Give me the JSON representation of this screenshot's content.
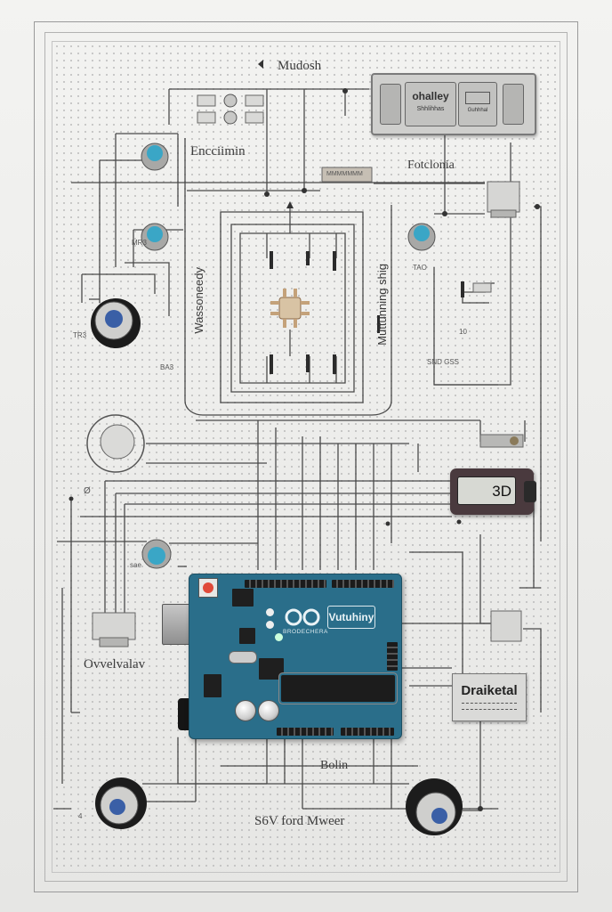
{
  "labels": {
    "top_title": "Mudosh",
    "left_mid_title": "Encciimin",
    "right_mid_title": "Fotclonia",
    "left_vertical": "Wassoneedy",
    "right_vertical": "Muttunning shig",
    "bottom_left_label": "Ovvelvalav",
    "bottom_center_label": "Bolin",
    "bottom_caption": "S6V ford Mweer",
    "lcd_display": "3D",
    "display_module": "Draiketal",
    "panel_center_title": "ohalley",
    "panel_center_sub": "Shhlihhas",
    "panel_right_sub": "Guhhhal",
    "board_brand": "Vutuhiny",
    "board_sub": "BRODECHERA",
    "small_left_1": "TR3",
    "small_left_2": "BA3",
    "small_left_3": "MR3",
    "small_right_1": "TAO",
    "small_right_2": "SND GSS",
    "small_right_3": "10",
    "small_left_4": "Ø",
    "small_left_5": "sae",
    "small_left_6": "4",
    "strip_label": "MMMMMMM"
  },
  "colors": {
    "wire": "#4a4a4a",
    "board": "#2a6e8a",
    "led_red": "#e04a3a",
    "sensor_blue": "#3aa6c6"
  }
}
